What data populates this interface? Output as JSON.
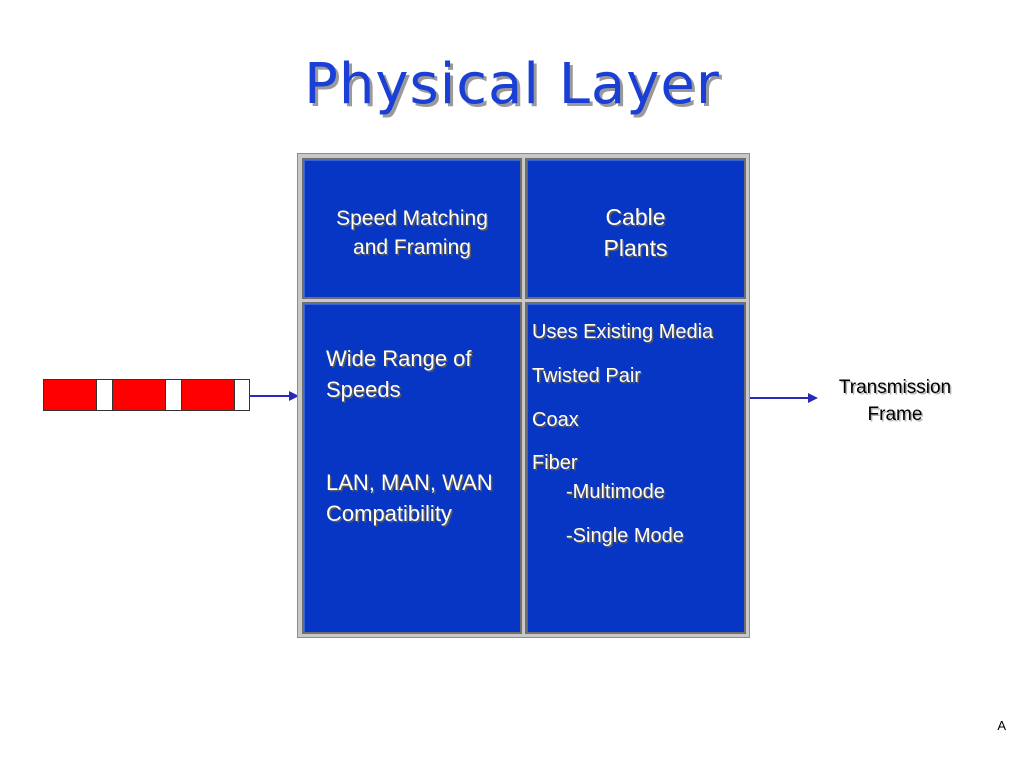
{
  "slide": {
    "title": "Physical Layer",
    "footer_mark": "A"
  },
  "grid": {
    "top_left": {
      "line1": "Speed Matching",
      "line2": "and Framing"
    },
    "top_right": {
      "line1": "Cable",
      "line2": "Plants"
    },
    "bottom_left": {
      "item1_line1": "Wide Range of",
      "item1_line2": "Speeds",
      "item2_line1": "LAN, MAN, WAN",
      "item2_line2": "Compatibility"
    },
    "bottom_right": {
      "media_heading": "Uses Existing Media",
      "media_items": [
        "Twisted Pair",
        "Coax",
        "Fiber"
      ],
      "fiber_subtypes": [
        "-Multimode",
        "-Single Mode"
      ]
    }
  },
  "output_label": {
    "line1": "Transmission",
    "line2": "Frame"
  },
  "colors": {
    "title": "#1a3fd6",
    "cell_fill": "#0736c4",
    "frame_segment": "#ff0000",
    "arrow": "#2a2ab8"
  }
}
